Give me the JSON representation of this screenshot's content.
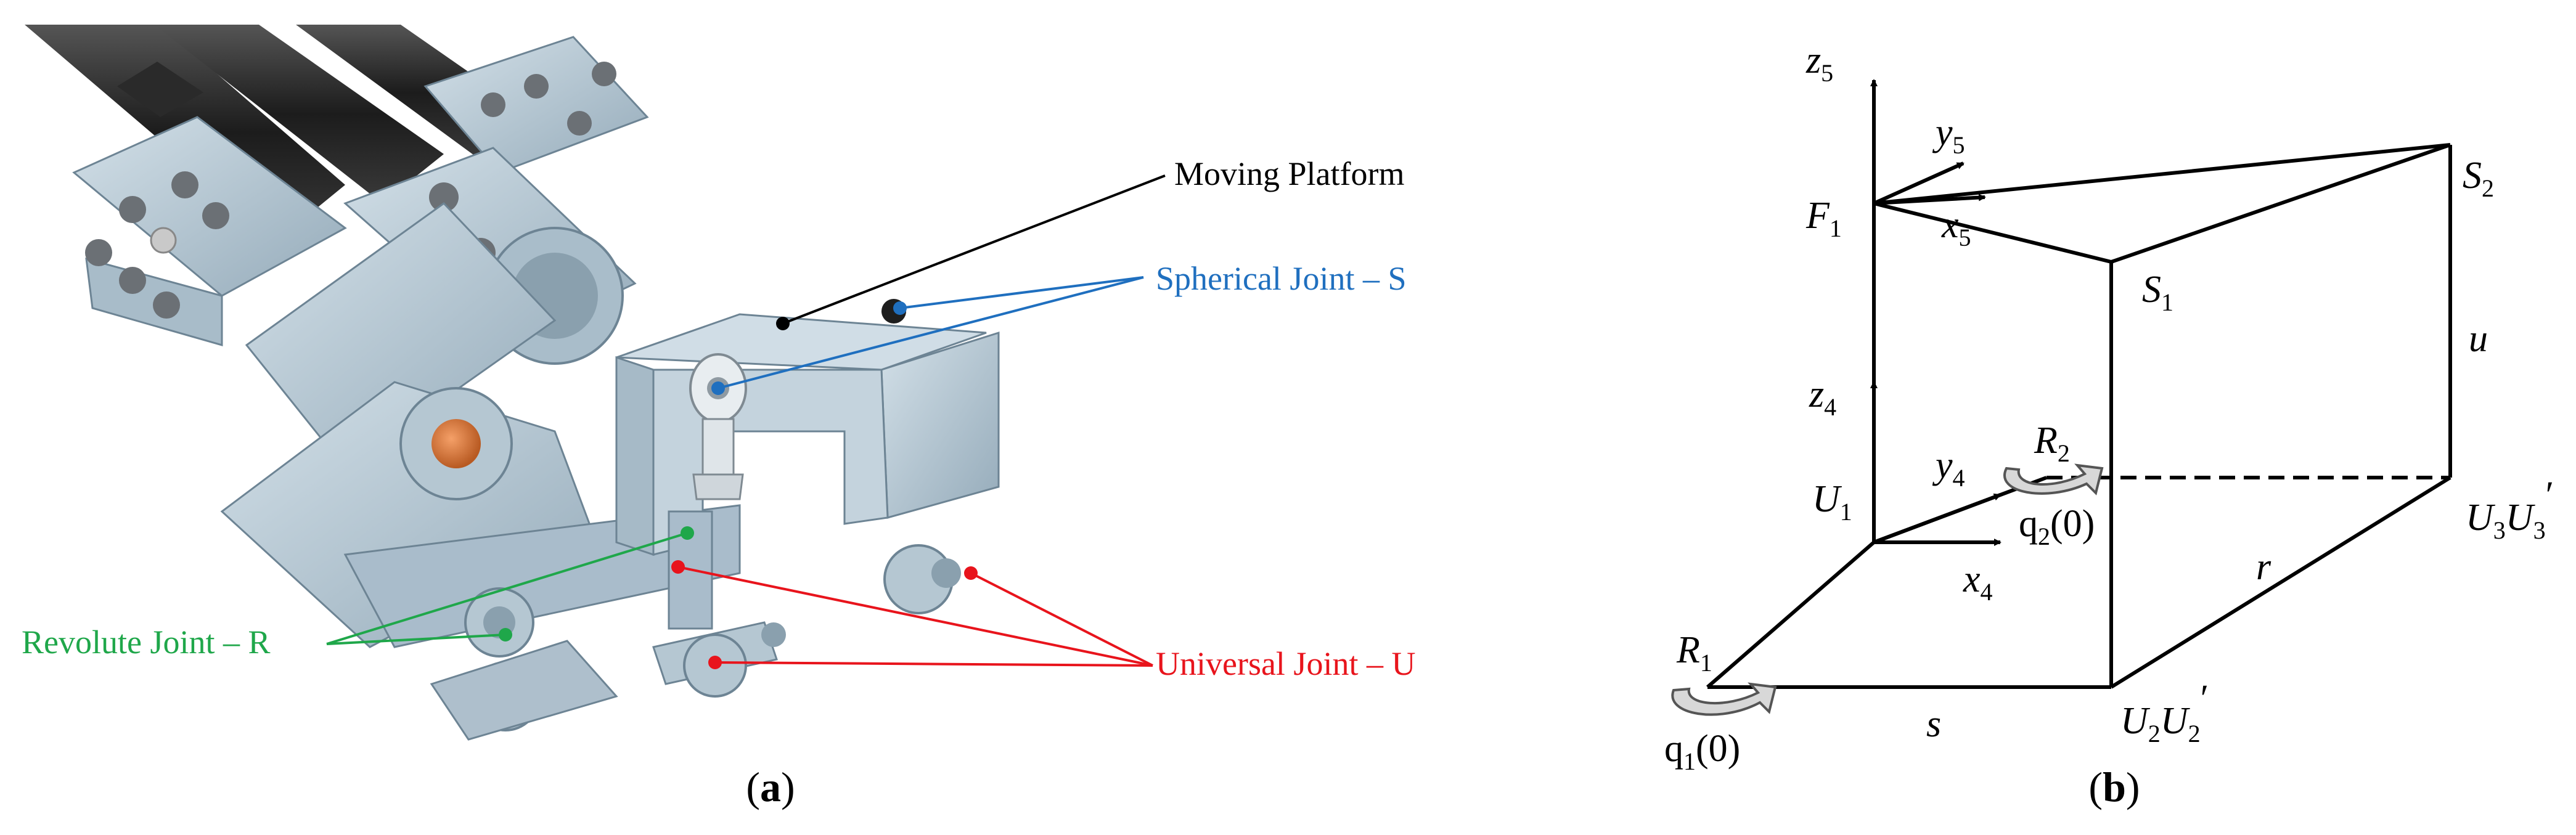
{
  "panel_a": {
    "caption": "a",
    "labels": {
      "moving_platform": "Moving Platform",
      "spherical_joint": "Spherical Joint – S",
      "revolute_joint": "Revolute Joint – R",
      "universal_joint": "Universal Joint – U"
    },
    "colors": {
      "moving_platform": "#000000",
      "spherical_joint": "#1f6fbf",
      "revolute_joint": "#1fa74a",
      "universal_joint": "#e8141c",
      "metal": "#b9cbd6",
      "metal_dark": "#7d93a2",
      "rod": "#2a2a2a",
      "bushing": "#e07d3c"
    }
  },
  "panel_b": {
    "caption": "b",
    "points": {
      "F1": {
        "base": "F",
        "sub": "1"
      },
      "S1": {
        "base": "S",
        "sub": "1"
      },
      "S2": {
        "base": "S",
        "sub": "2"
      },
      "U1": {
        "base": "U",
        "sub": "1"
      },
      "R1": {
        "base": "R",
        "sub": "1"
      },
      "R2": {
        "base": "R",
        "sub": "2"
      },
      "U2": {
        "base": "U",
        "sub": "2",
        "base2": "U",
        "sub2": "2",
        "prime": "′"
      },
      "U3": {
        "base": "U",
        "sub": "3",
        "base2": "U",
        "sub2": "3",
        "prime": "′"
      }
    },
    "axes": {
      "z5": {
        "base": "z",
        "sub": "5"
      },
      "y5": {
        "base": "y",
        "sub": "5"
      },
      "x5": {
        "base": "x",
        "sub": "5"
      },
      "z4": {
        "base": "z",
        "sub": "4"
      },
      "y4": {
        "base": "y",
        "sub": "4"
      },
      "x4": {
        "base": "x",
        "sub": "4"
      }
    },
    "dimensions": {
      "s": "s",
      "r": "r",
      "u": "u"
    },
    "angles": {
      "q1": {
        "base": "q",
        "sub": "1",
        "arg": "(0)"
      },
      "q2": {
        "base": "q",
        "sub": "2",
        "arg": "(0)"
      }
    }
  }
}
